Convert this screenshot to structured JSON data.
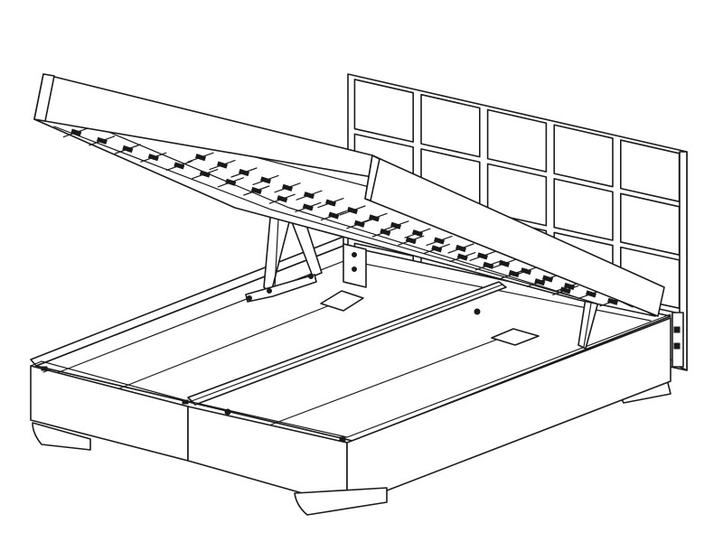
{
  "figure": {
    "subject": "bed-with-lift-up-storage",
    "headboard_panel_rows": 4,
    "headboard_panel_columns": 5,
    "slats_per_half": 20,
    "line_color": "#1a1a1a",
    "background_color": "#ffffff"
  }
}
